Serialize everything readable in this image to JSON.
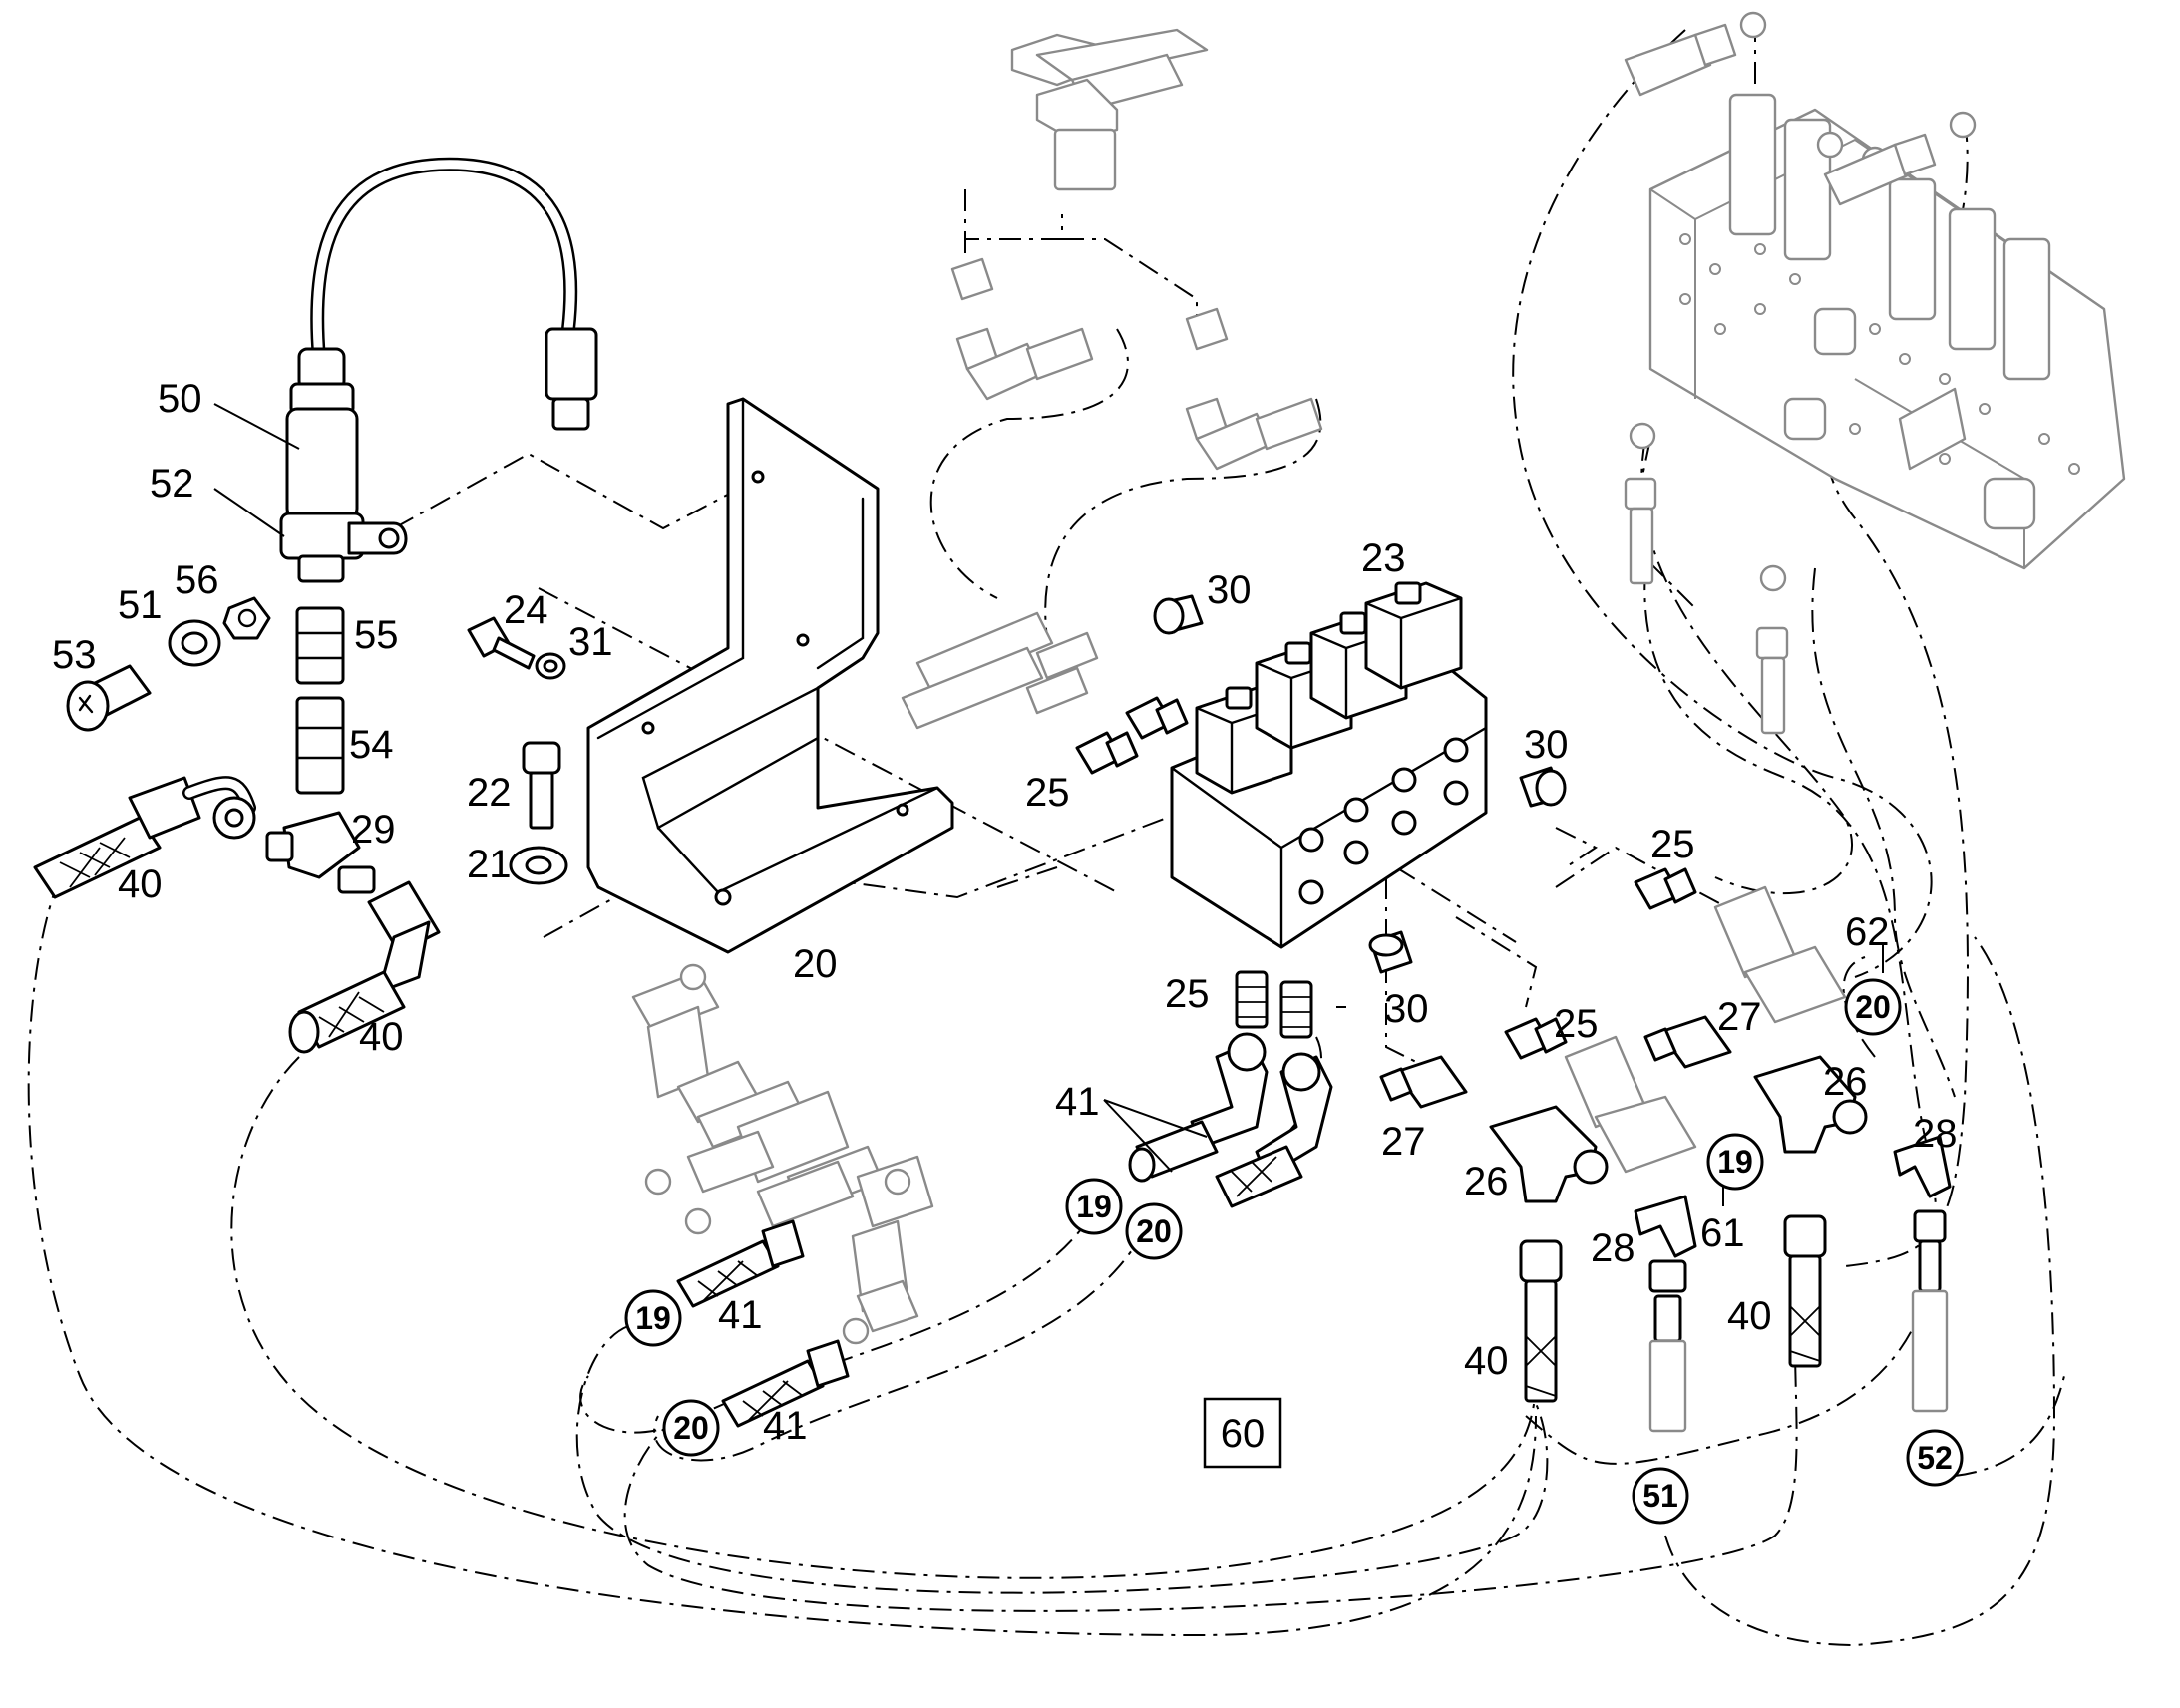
{
  "callouts": {
    "c50": "50",
    "c52": "52",
    "c51": "51",
    "c56": "56",
    "c53": "53",
    "c55": "55",
    "c54": "54",
    "c29": "29",
    "c40a": "40",
    "c40b": "40",
    "c24": "24",
    "c31": "31",
    "c22": "22",
    "c21": "21",
    "c20": "20",
    "c30a": "30",
    "c23": "23",
    "c30b": "30",
    "c25a": "25",
    "c25b": "25",
    "c25c": "25",
    "c25d": "25",
    "c30c": "30",
    "c62": "62",
    "c27a": "27",
    "c27b": "27",
    "c26a": "26",
    "c26b": "26",
    "c28a": "28",
    "c28b": "28",
    "c41a": "41",
    "c41b": "41",
    "c41c": "41",
    "c61": "61",
    "c40c": "40",
    "c40d": "40"
  },
  "circled_refs": {
    "r20a": "20",
    "r19a": "19",
    "r19b": "19",
    "r20b": "20",
    "r19c": "19",
    "r20c": "20",
    "r51": "51",
    "r52": "52"
  },
  "boxed_ref": "60"
}
